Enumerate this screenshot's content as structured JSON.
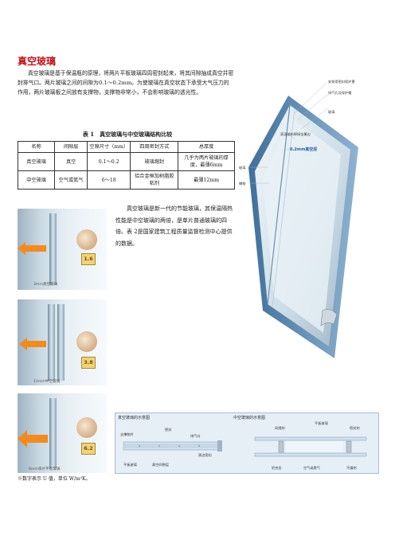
{
  "heading": "真空玻璃",
  "intro": "真空玻璃是基于保温瓶的原理，将两片平板玻璃四周密封起来，将其间隙抽成真空并密封排气口。两片玻璃之间的间隙为0.1～0.2mm。为使玻璃在真空状态下承受大气压力的作用，两片玻璃板之间放有支撑物，支撑物非常小，不会影响玻璃的透光性。",
  "table": {
    "caption": "表 1　真空玻璃与中空玻璃结构比较",
    "headers": [
      "名称",
      "间隙层",
      "空隙尺寸（mm）",
      "四周密封方式",
      "总厚度"
    ],
    "rows": [
      [
        "真空玻璃",
        "真空",
        "0.1～0.2",
        "玻璃熔封",
        "几乎为两片玻璃的厚度，最薄6mm"
      ],
      [
        "中空玻璃",
        "空气或氮气",
        "6～18",
        "铝合金框加树脂胶粘剂",
        "最薄12mm"
      ]
    ]
  },
  "side_text": "真空玻璃是新一代的节能玻璃，其保温隔热性能是中空玻璃的两倍，是单片普通玻璃的四倍。表 2是国家建筑工程质量监督检测中心提供的数据。",
  "structure_labels": {
    "protect_cap": "安装用密封保护罩",
    "exhaust": "排气孔及保护帽",
    "glass": "玻璃",
    "edge_seal": "高温熔料焊接金属边",
    "gap": "0.2mm真空层",
    "glass2": "玻璃",
    "support": "撑物"
  },
  "samples": [
    {
      "value": "1.6",
      "caption": "3mm真空玻璃"
    },
    {
      "value": "3.8",
      "caption": "12mm中空玻璃"
    },
    {
      "value": "6.2",
      "caption": "6mm单片平板玻璃"
    }
  ],
  "diagram": {
    "left_title": "真空玻璃的示意图",
    "right_title": "中空玻璃的示意图",
    "left_labels": [
      "支撑物片",
      "密封",
      "排气口",
      "平板玻璃",
      "真空间隙层",
      "周边密封"
    ],
    "right_labels": [
      "间隔剂",
      "平板玻璃",
      "密封剂",
      "干燥剂",
      "空气或氮气",
      "铝合金"
    ]
  },
  "note": "※数字表示 U 值，单位 W/m²K。"
}
